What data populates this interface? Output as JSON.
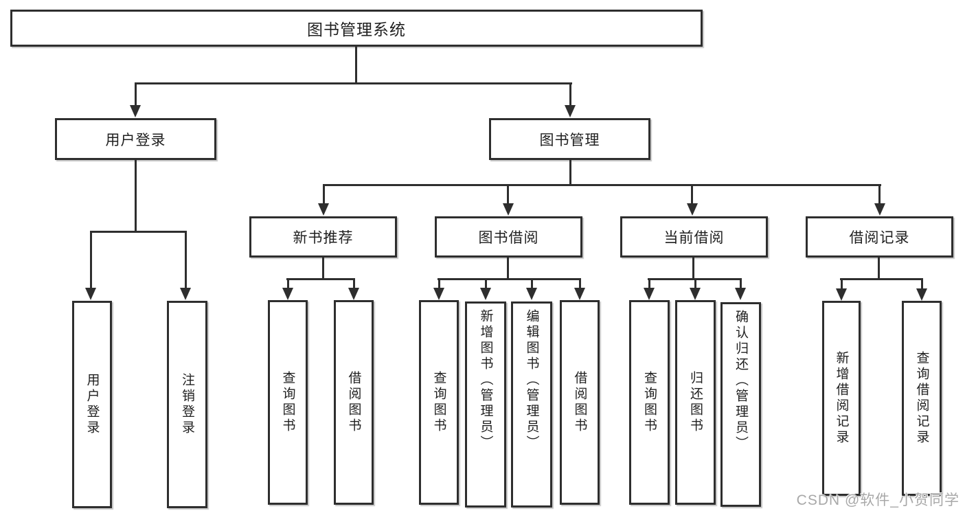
{
  "colors": {
    "background": "#ffffff",
    "line": "#2e2e2e",
    "box_border": "#2e2e2e",
    "box_fill": "#ffffff",
    "text": "#1f1f1f",
    "watermark": "#a8a8a8"
  },
  "watermark": {
    "text": "CSDN @软件_小贺同学"
  },
  "diagram": {
    "root": {
      "label": "图书管理系统",
      "children": [
        {
          "label": "用户登录",
          "children": [
            {
              "label": "用户登录"
            },
            {
              "label": "注销登录"
            }
          ]
        },
        {
          "label": "图书管理",
          "children": [
            {
              "label": "新书推荐",
              "children": [
                {
                  "label": "查询图书"
                },
                {
                  "label": "借阅图书"
                }
              ]
            },
            {
              "label": "图书借阅",
              "children": [
                {
                  "label": "查询图书"
                },
                {
                  "label": "新增图书（管理员）"
                },
                {
                  "label": "编辑图书（管理员）"
                },
                {
                  "label": "借阅图书"
                }
              ]
            },
            {
              "label": "当前借阅",
              "children": [
                {
                  "label": "查询图书"
                },
                {
                  "label": "归还图书"
                },
                {
                  "label": "确认归还（管理员）"
                }
              ]
            },
            {
              "label": "借阅记录",
              "children": [
                {
                  "label": "新增借阅记录"
                },
                {
                  "label": "查询借阅记录"
                }
              ]
            }
          ]
        }
      ]
    }
  }
}
